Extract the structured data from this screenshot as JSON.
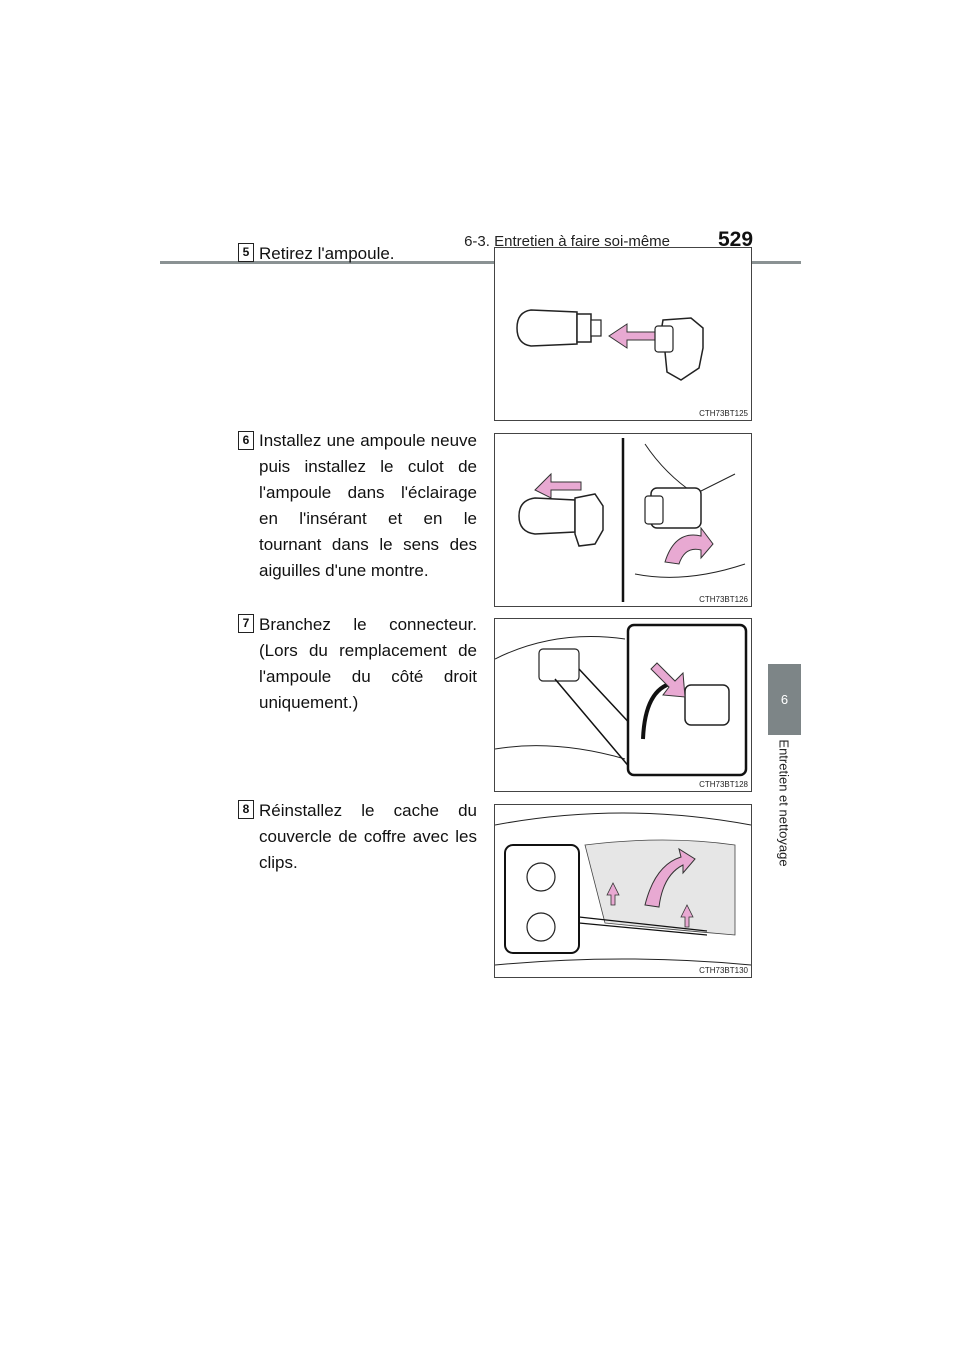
{
  "header": {
    "section": "6-3. Entretien à faire soi-même",
    "page_number": "529"
  },
  "side_tab": {
    "chapter_number": "6",
    "chapter_title": "Entretien et nettoyage"
  },
  "steps": [
    {
      "number": "5",
      "text": "Retirez l'ampoule.",
      "figure_code": "CTH73BT125"
    },
    {
      "number": "6",
      "text": "Installez une ampoule neuve puis installez le culot de l'ampoule dans l'éclairage en l'insérant et en le tournant dans le sens des aiguilles d'une montre.",
      "figure_code": "CTH73BT126"
    },
    {
      "number": "7",
      "text": "Branchez le connecteur. (Lors du remplacement de l'ampoule du côté droit uniquement.)",
      "figure_code": "CTH73BT128"
    },
    {
      "number": "8",
      "text": "Réinstallez le cache du couvercle de coffre avec les clips.",
      "figure_code": "CTH73BT130"
    }
  ],
  "colors": {
    "arrow": "#e8a9d2",
    "rule": "#8a9293",
    "tab": "#7d8587"
  }
}
